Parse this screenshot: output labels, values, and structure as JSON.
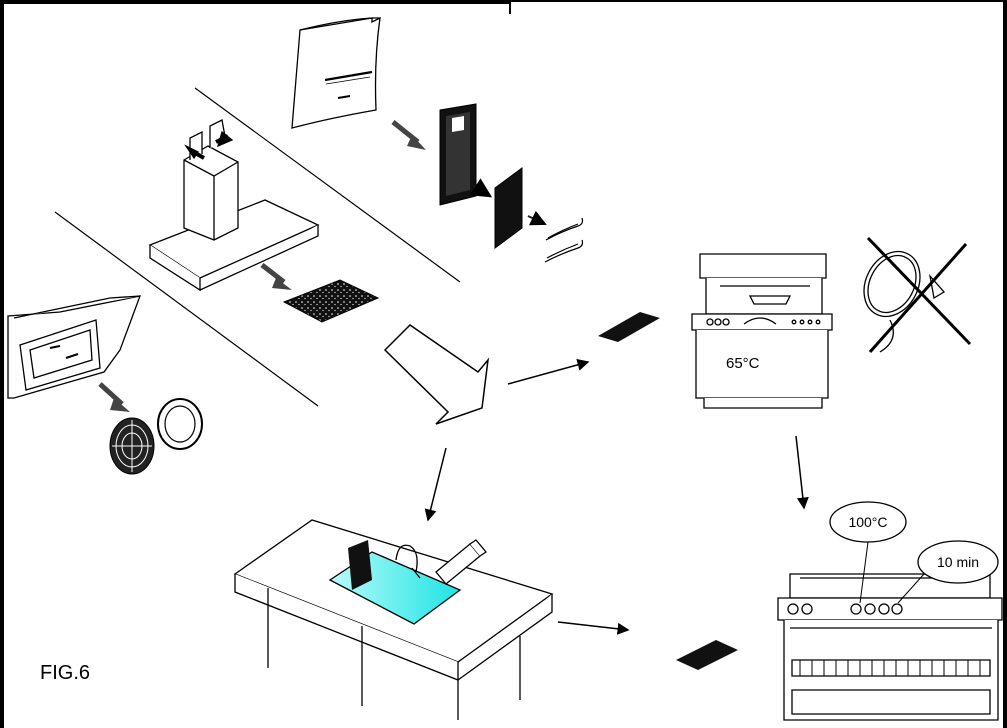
{
  "figure_label": "FIG.6",
  "dishwasher": {
    "temperature_label": "65°C"
  },
  "oven": {
    "temperature_callout": "100°C",
    "time_callout": "10 min"
  },
  "colors": {
    "sink_water": "#27e8e8",
    "filter_fill": "#111111",
    "line": "#000000"
  }
}
